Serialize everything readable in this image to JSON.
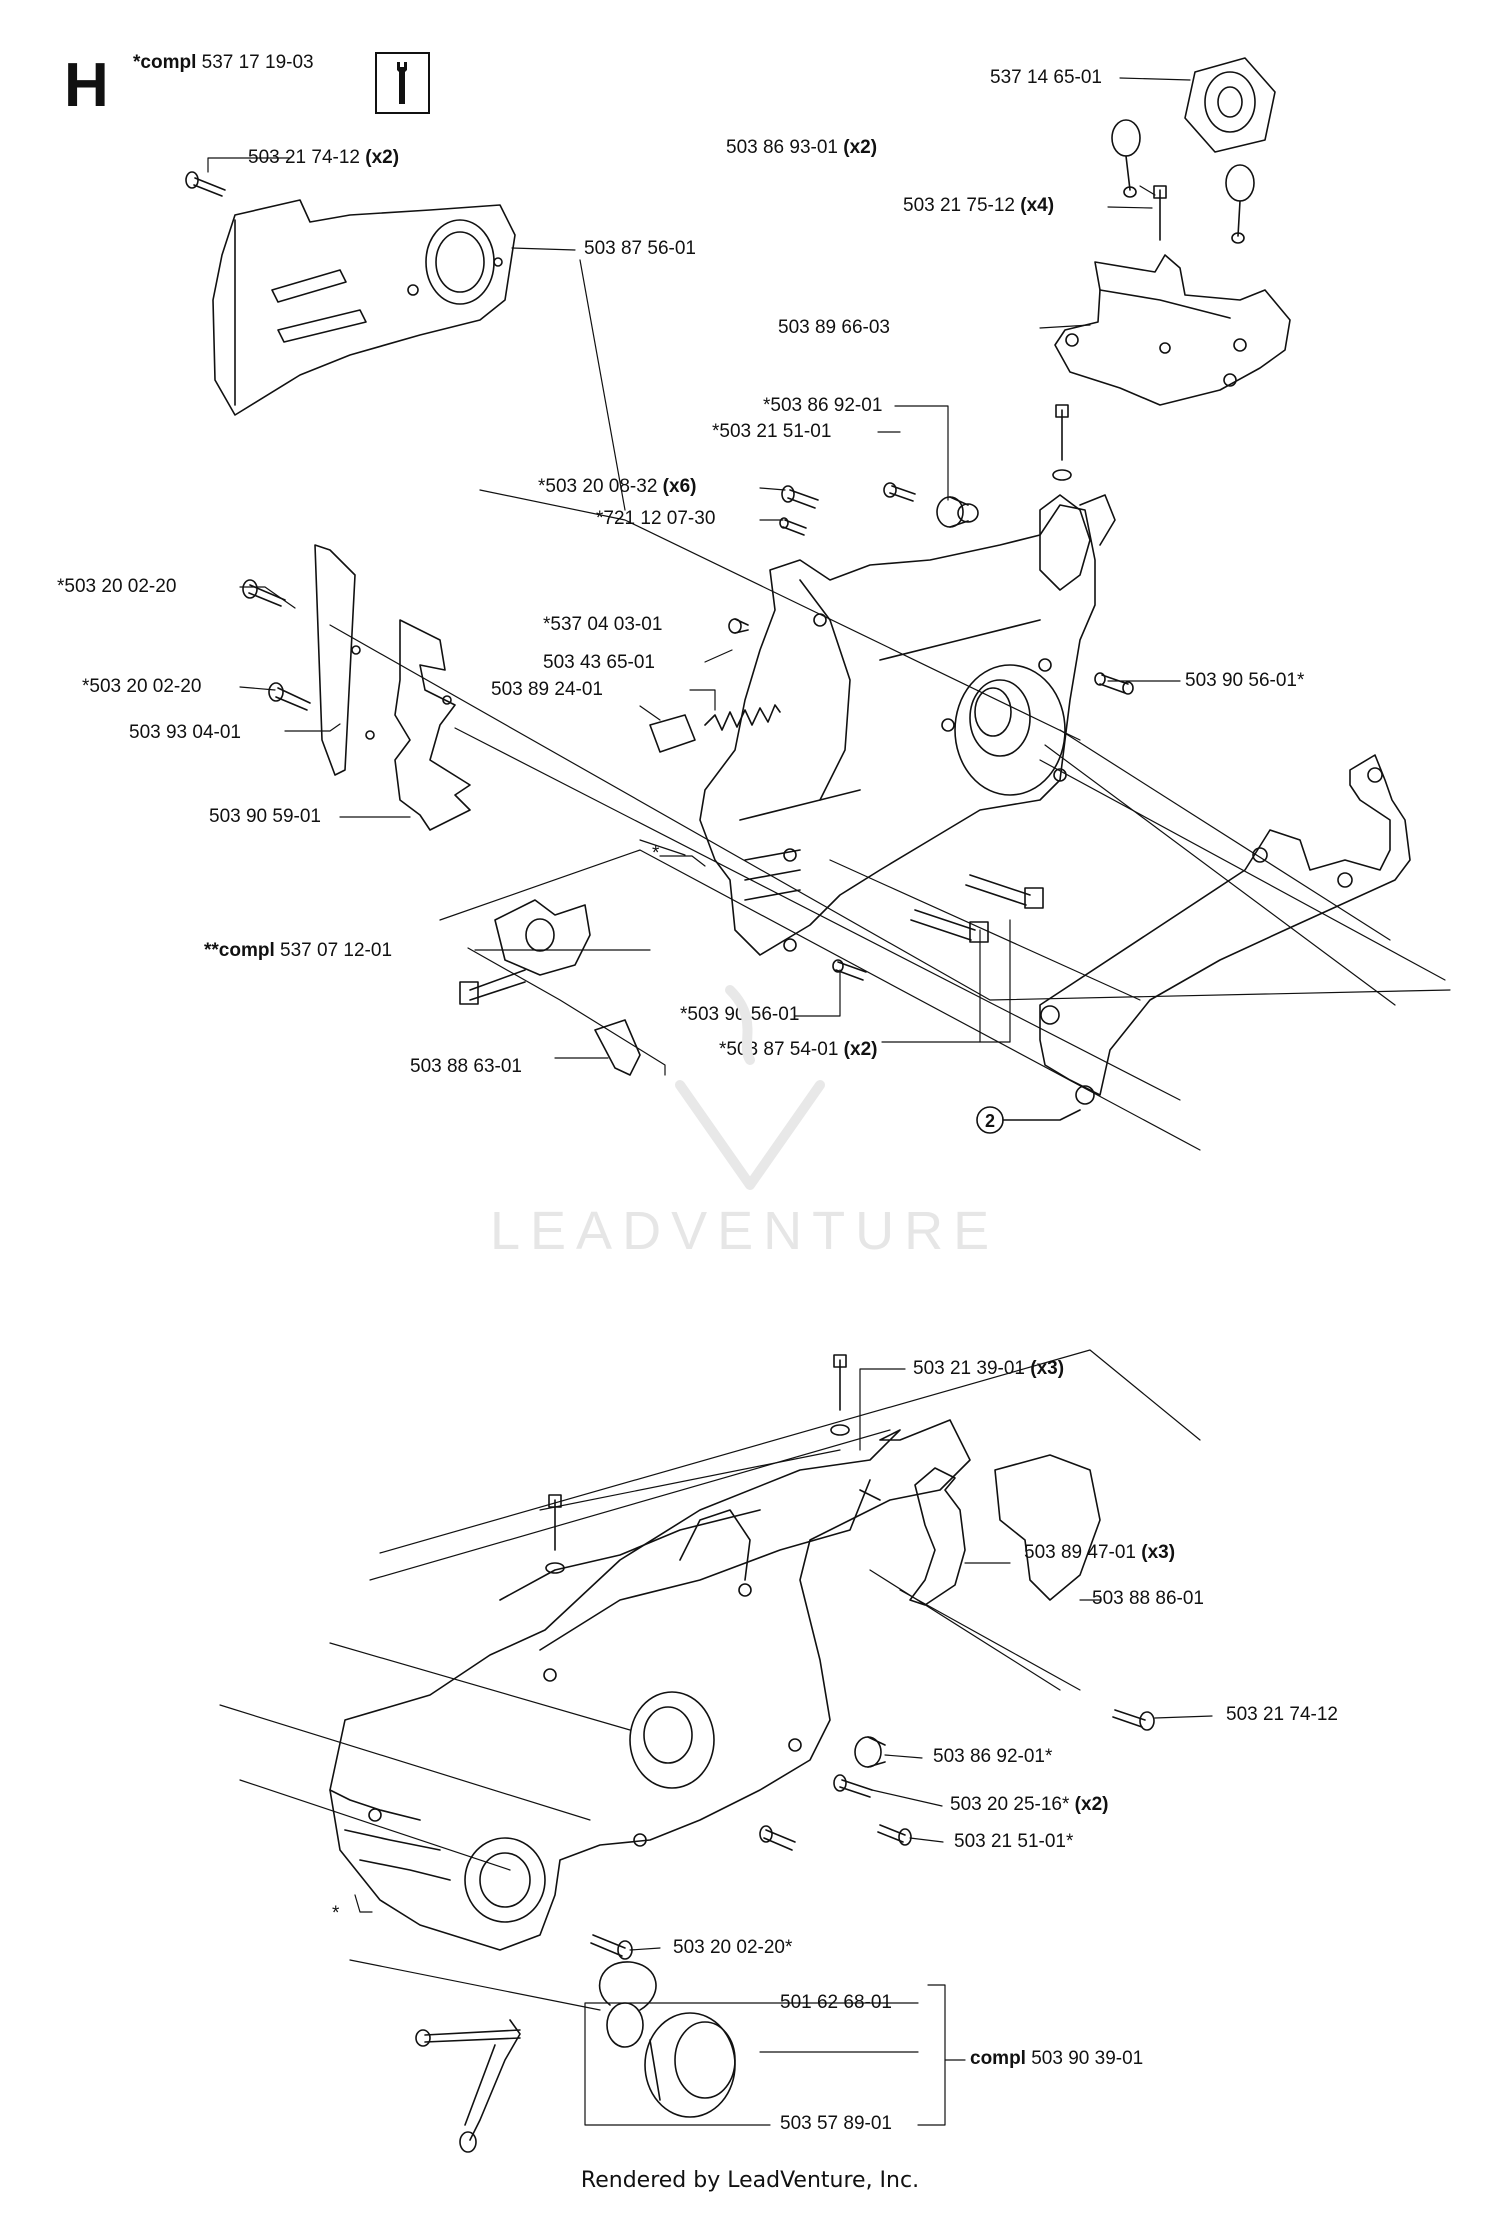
{
  "section_letter": "H",
  "header_ref": {
    "prefix": "*compl",
    "part": "537 17 19-03"
  },
  "watermark": "LEADVENTURE",
  "footer": "Rendered by LeadVenture, Inc.",
  "callout": "2",
  "labels": [
    {
      "id": "537146501",
      "bold_prefix": "",
      "part": "537 14 65-01",
      "qty": ""
    },
    {
      "id": "503869301",
      "bold_prefix": "",
      "part": "503 86 93-01",
      "qty": "(x2)"
    },
    {
      "id": "503217512",
      "bold_prefix": "",
      "part": "503 21 75-12",
      "qty": "(x4)"
    },
    {
      "id": "503217412a",
      "bold_prefix": "",
      "part": "503 21 74-12",
      "qty": "(x2)"
    },
    {
      "id": "503875601",
      "bold_prefix": "",
      "part": "503 87 56-01",
      "qty": ""
    },
    {
      "id": "503896603",
      "bold_prefix": "",
      "part": "503 89 66-03",
      "qty": ""
    },
    {
      "id": "503869201a",
      "bold_prefix": "",
      "part": "*503 86 92-01",
      "qty": ""
    },
    {
      "id": "503215101a",
      "bold_prefix": "",
      "part": "*503 21 51-01",
      "qty": ""
    },
    {
      "id": "503200832",
      "bold_prefix": "",
      "part": "*503 20 08-32",
      "qty": "(x6)"
    },
    {
      "id": "721120730",
      "bold_prefix": "",
      "part": "*721 12 07-30",
      "qty": ""
    },
    {
      "id": "503200220a",
      "bold_prefix": "",
      "part": "*503 20 02-20",
      "qty": ""
    },
    {
      "id": "537040301",
      "bold_prefix": "",
      "part": "*537 04 03-01",
      "qty": ""
    },
    {
      "id": "503436501",
      "bold_prefix": "",
      "part": "503 43 65-01",
      "qty": ""
    },
    {
      "id": "503892401",
      "bold_prefix": "",
      "part": "503 89 24-01",
      "qty": ""
    },
    {
      "id": "503200220b",
      "bold_prefix": "",
      "part": "*503 20 02-20",
      "qty": ""
    },
    {
      "id": "503930401",
      "bold_prefix": "",
      "part": "503 93 04-01",
      "qty": ""
    },
    {
      "id": "503905601a",
      "bold_prefix": "",
      "part": "503 90 56-01*",
      "qty": ""
    },
    {
      "id": "503905901",
      "bold_prefix": "",
      "part": "503 90 59-01",
      "qty": ""
    },
    {
      "id": "star1",
      "bold_prefix": "",
      "part": "*",
      "qty": ""
    },
    {
      "id": "537071201",
      "bold_prefix": "**compl",
      "part": "537 07 12-01",
      "qty": ""
    },
    {
      "id": "503905601b",
      "bold_prefix": "",
      "part": "*503 90 56-01",
      "qty": ""
    },
    {
      "id": "503875401",
      "bold_prefix": "",
      "part": "*503 87 54-01",
      "qty": "(x2)"
    },
    {
      "id": "503886301",
      "bold_prefix": "",
      "part": "503 88 63-01",
      "qty": ""
    },
    {
      "id": "503213901",
      "bold_prefix": "",
      "part": "503 21 39-01",
      "qty": "(x3)"
    },
    {
      "id": "503894701",
      "bold_prefix": "",
      "part": "503 89 47-01",
      "qty": "(x3)"
    },
    {
      "id": "503888601",
      "bold_prefix": "",
      "part": "503 88 86-01",
      "qty": ""
    },
    {
      "id": "503217412b",
      "bold_prefix": "",
      "part": "503 21 74-12",
      "qty": ""
    },
    {
      "id": "503869201b",
      "bold_prefix": "",
      "part": "503 86 92-01*",
      "qty": ""
    },
    {
      "id": "503202516",
      "bold_prefix": "",
      "part": "503 20 25-16*",
      "qty": "(x2)"
    },
    {
      "id": "503215101b",
      "bold_prefix": "",
      "part": "503 21 51-01*",
      "qty": ""
    },
    {
      "id": "star2",
      "bold_prefix": "",
      "part": "*",
      "qty": ""
    },
    {
      "id": "503200220c",
      "bold_prefix": "",
      "part": "503 20 02-20*",
      "qty": ""
    },
    {
      "id": "501626801",
      "bold_prefix": "",
      "part": "501 62 68-01",
      "qty": ""
    },
    {
      "id": "503903901",
      "bold_prefix": "compl",
      "part": "503 90 39-01",
      "qty": ""
    },
    {
      "id": "503578901",
      "bold_prefix": "",
      "part": "503 57 89-01",
      "qty": ""
    }
  ]
}
